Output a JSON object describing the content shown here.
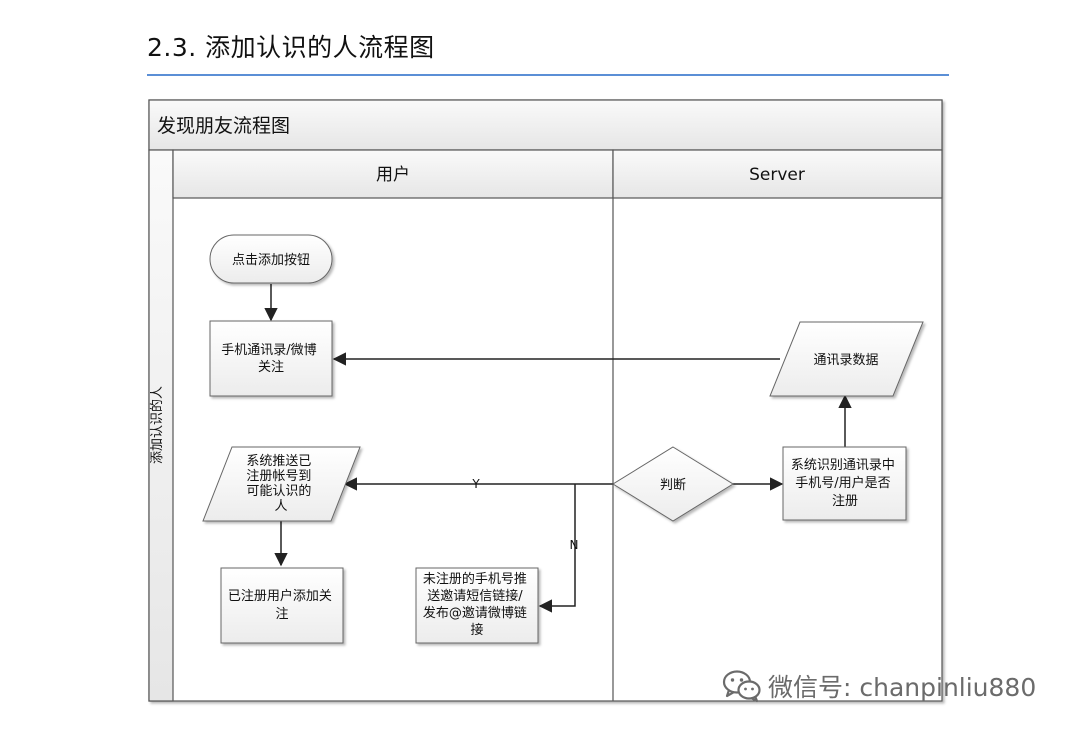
{
  "section": {
    "number": "2.3.",
    "title": "添加认识的人流程图"
  },
  "diagram": {
    "pool_title": "发现朋友流程图",
    "lane_label": "添加认识的人",
    "columns": {
      "user": "用户",
      "server": "Server"
    },
    "nodes": {
      "start": "点击添加按钮",
      "contacts_lines": [
        "手机通讯录/微博",
        "关注"
      ],
      "push_lines": [
        "系统推送已",
        "注册帐号到",
        "可能认识的",
        "人"
      ],
      "follow_lines": [
        "已注册用户添加关",
        "注"
      ],
      "invite_lines": [
        "未注册的手机号推",
        "送邀请短信链接/",
        "发布@邀请微博链",
        "接"
      ],
      "decision": "判断",
      "identify_lines": [
        "系统识别通讯录中",
        "手机号/用户是否",
        "注册"
      ],
      "contacts_data": "通讯录数据"
    },
    "edge_labels": {
      "yes": "Y",
      "no": "N"
    }
  },
  "watermark": {
    "text": "微信号: chanpinliu880"
  }
}
